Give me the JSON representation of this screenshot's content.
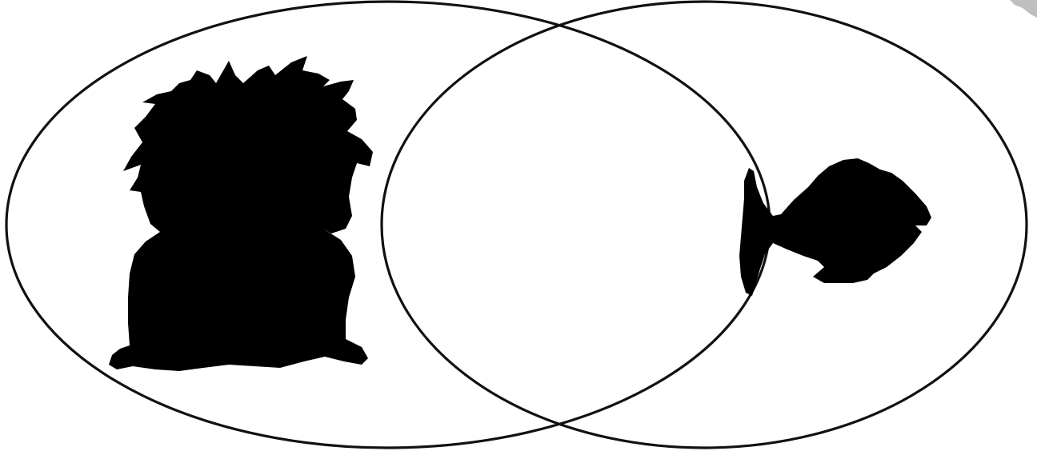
{
  "diagram": {
    "type": "venn",
    "sets": [
      {
        "id": "left",
        "icon": "lion-silhouette-icon"
      },
      {
        "id": "right",
        "icon": "fish-silhouette-icon"
      }
    ],
    "intersection": {
      "contents": []
    }
  },
  "colors": {
    "background": "#ffffff",
    "stroke": "#111111",
    "silhouette": "#000000",
    "smudge": "#8a8a8a"
  }
}
